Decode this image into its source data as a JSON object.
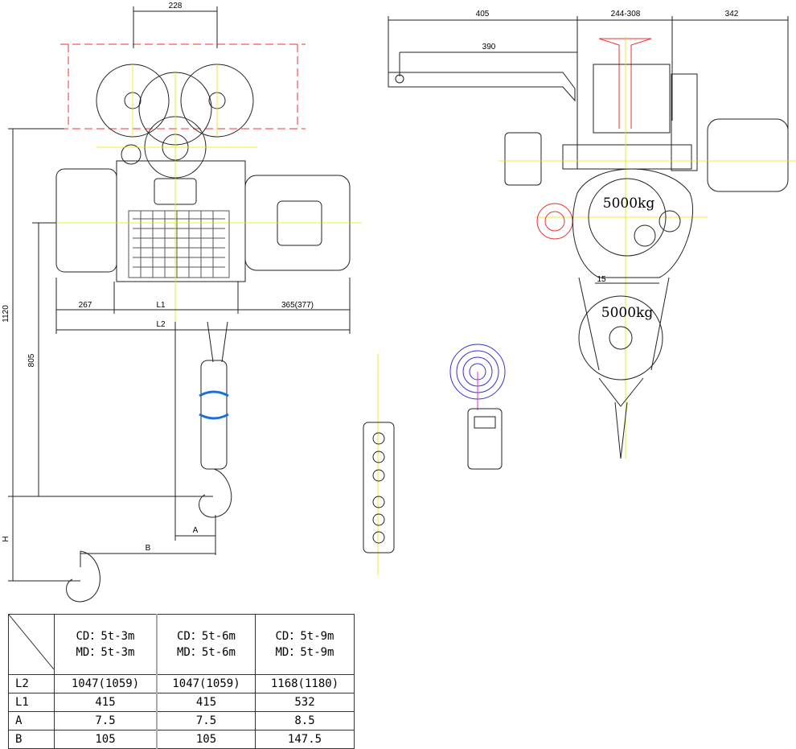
{
  "left_view": {
    "dim_top": "228",
    "dim_267": "267",
    "dim_l1": "L1",
    "dim_365": "365(377)",
    "dim_l2": "L2",
    "dim_1120": "1120",
    "dim_805": "805",
    "dim_h": "H",
    "dim_a": "A",
    "dim_b": "B"
  },
  "right_view": {
    "dim_405": "405",
    "dim_244_308": "244-308",
    "dim_342": "342",
    "dim_390": "390",
    "dim_15": "15",
    "load_upper": "5000kg",
    "load_lower": "5000kg"
  },
  "table": {
    "columns": [
      {
        "line1": "CD\u00015t-3m",
        "line2": "MD\u00015t-3m"
      },
      {
        "line1": "CD\u00015t-6m",
        "line2": "MD\u00015t-6m"
      },
      {
        "line1": "CD\u00015t-9m",
        "line2": "MD\u00015t-9m"
      }
    ],
    "rows": [
      {
        "label": "L2",
        "values": [
          "1047(1059)",
          "1047(1059)",
          "1168(1180)"
        ]
      },
      {
        "label": "L1",
        "values": [
          "415",
          "415",
          "532"
        ]
      },
      {
        "label": "A",
        "values": [
          "7.5",
          "7.5",
          "8.5"
        ]
      },
      {
        "label": "B",
        "values": [
          "105",
          "105",
          "147.5"
        ]
      }
    ]
  }
}
